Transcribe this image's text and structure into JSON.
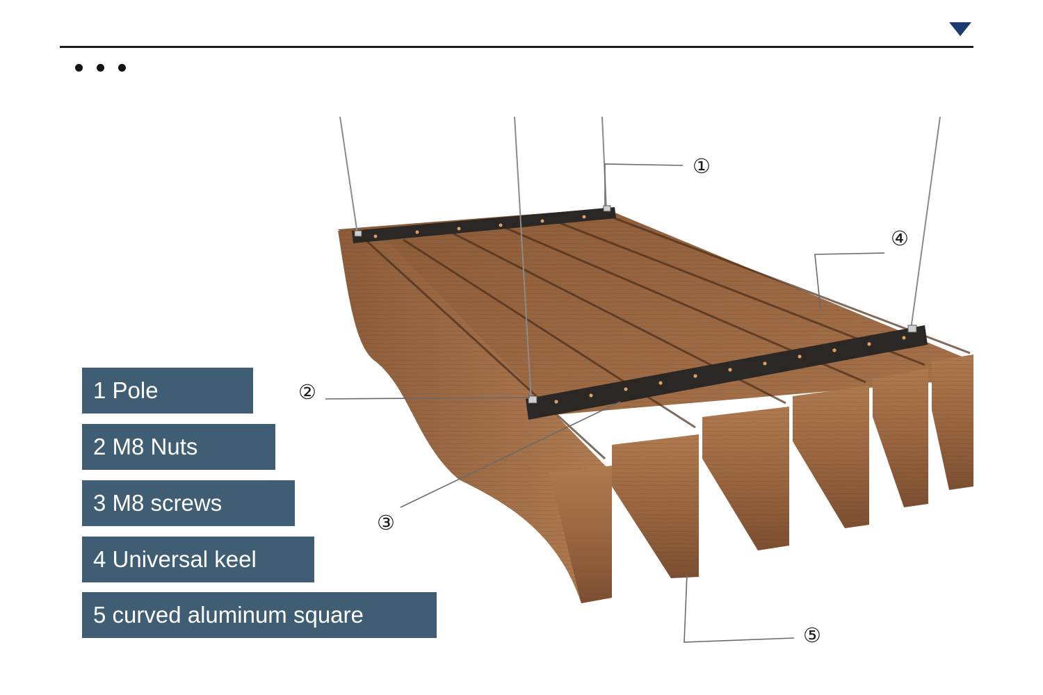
{
  "header": {
    "menu_icon": "triangle-down-icon",
    "more_icon": "ellipsis-icon"
  },
  "callouts": [
    "①",
    "②",
    "③",
    "④",
    "⑤"
  ],
  "legend": [
    "1 Pole",
    "2 M8 Nuts",
    "3 M8 screws",
    "4 Universal keel",
    "5 curved aluminum square"
  ],
  "colors": {
    "legend_bg": "#3f5e74",
    "legend_text": "#ffffff",
    "accent": "#1d3a6e",
    "wood": "#9a6a44",
    "keel": "#2a2725"
  }
}
